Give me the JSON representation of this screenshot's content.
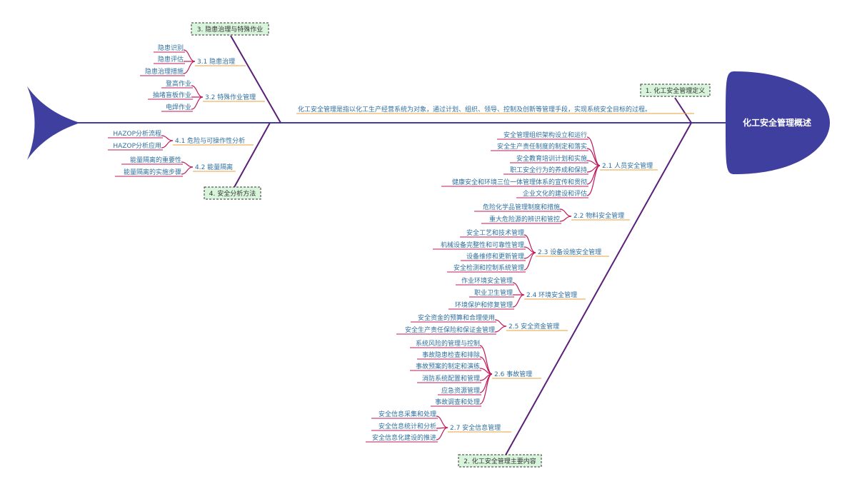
{
  "diagram": {
    "head_title": "化工安全管理概述",
    "colors": {
      "spine": "#3f3f9f",
      "head": "#3f3f9f",
      "bone": "#5b1f7a",
      "branch_curve": "#c0185a",
      "leaf_underline": "#c0185a",
      "sub_underline": "#e8a23a",
      "tag_fill": "#d8f5dc",
      "tag_border": "#333333",
      "text": "#2f6f9f"
    },
    "definition": {
      "tag": "1. 化工安全管理定义",
      "text": "化工安全管理是指以化工生产经营系统为对象，通过计划、组织、领导、控制及创新等管理手段，实现系统安全目标的过程。"
    },
    "main_content": {
      "tag": "2. 化工安全管理主要内容",
      "subs": [
        {
          "label": "2.1 人员安全管理",
          "leaves": [
            "安全管理组织架构设立和运行",
            "安全生产责任制度的制定和落实",
            "安全教育培训计划和实施",
            "职工安全行为的养成和保持",
            "健康安全和环境三位一体管理体系的宣传和贯彻",
            "企业文化的建设和评估"
          ]
        },
        {
          "label": "2.2 物料安全管理",
          "leaves": [
            "危险化学品管理制度和措施",
            "重大危险源的辨识和管控"
          ]
        },
        {
          "label": "2.3 设备设施安全管理",
          "leaves": [
            "安全工艺和技术管理",
            "机械设备完整性和可靠性管理",
            "设备维修和更新管理",
            "安全检测和控制系统管理"
          ]
        },
        {
          "label": "2.4 环境安全管理",
          "leaves": [
            "作业环境安全管理",
            "职业卫生管理",
            "环境保护和修复管理"
          ]
        },
        {
          "label": "2.5 安全资金管理",
          "leaves": [
            "安全资金的预算和合理使用",
            "安全生产责任保险和保证金管理"
          ]
        },
        {
          "label": "2.6 事故管理",
          "leaves": [
            "系统风险的管理与控制",
            "事故隐患检查和排除",
            "事故预案的制定和演练",
            "消防系统配置和管理",
            "应急资源管理",
            "事故调查和处理"
          ]
        },
        {
          "label": "2.7 安全信息管理",
          "leaves": [
            "安全信息采集和处理",
            "安全信息统计和分析",
            "安全信息化建设的推进"
          ]
        }
      ]
    },
    "hazard": {
      "tag": "3. 隐患治理与特殊作业",
      "subs": [
        {
          "label": "3.1 隐患治理",
          "leaves": [
            "隐患识别",
            "隐患评估",
            "隐患治理措施"
          ]
        },
        {
          "label": "3.2 特殊作业管理",
          "leaves": [
            "登高作业",
            "抽堵盲板作业",
            "电焊作业"
          ]
        }
      ]
    },
    "analysis": {
      "tag": "4. 安全分析方法",
      "subs": [
        {
          "label": "4.1 危险与可操作性分析",
          "leaves": [
            "HAZOP分析流程",
            "HAZOP分析应用"
          ]
        },
        {
          "label": "4.2 能量隔离",
          "leaves": [
            "能量隔离的重要性",
            "能量隔离的实施步骤"
          ]
        }
      ]
    }
  }
}
